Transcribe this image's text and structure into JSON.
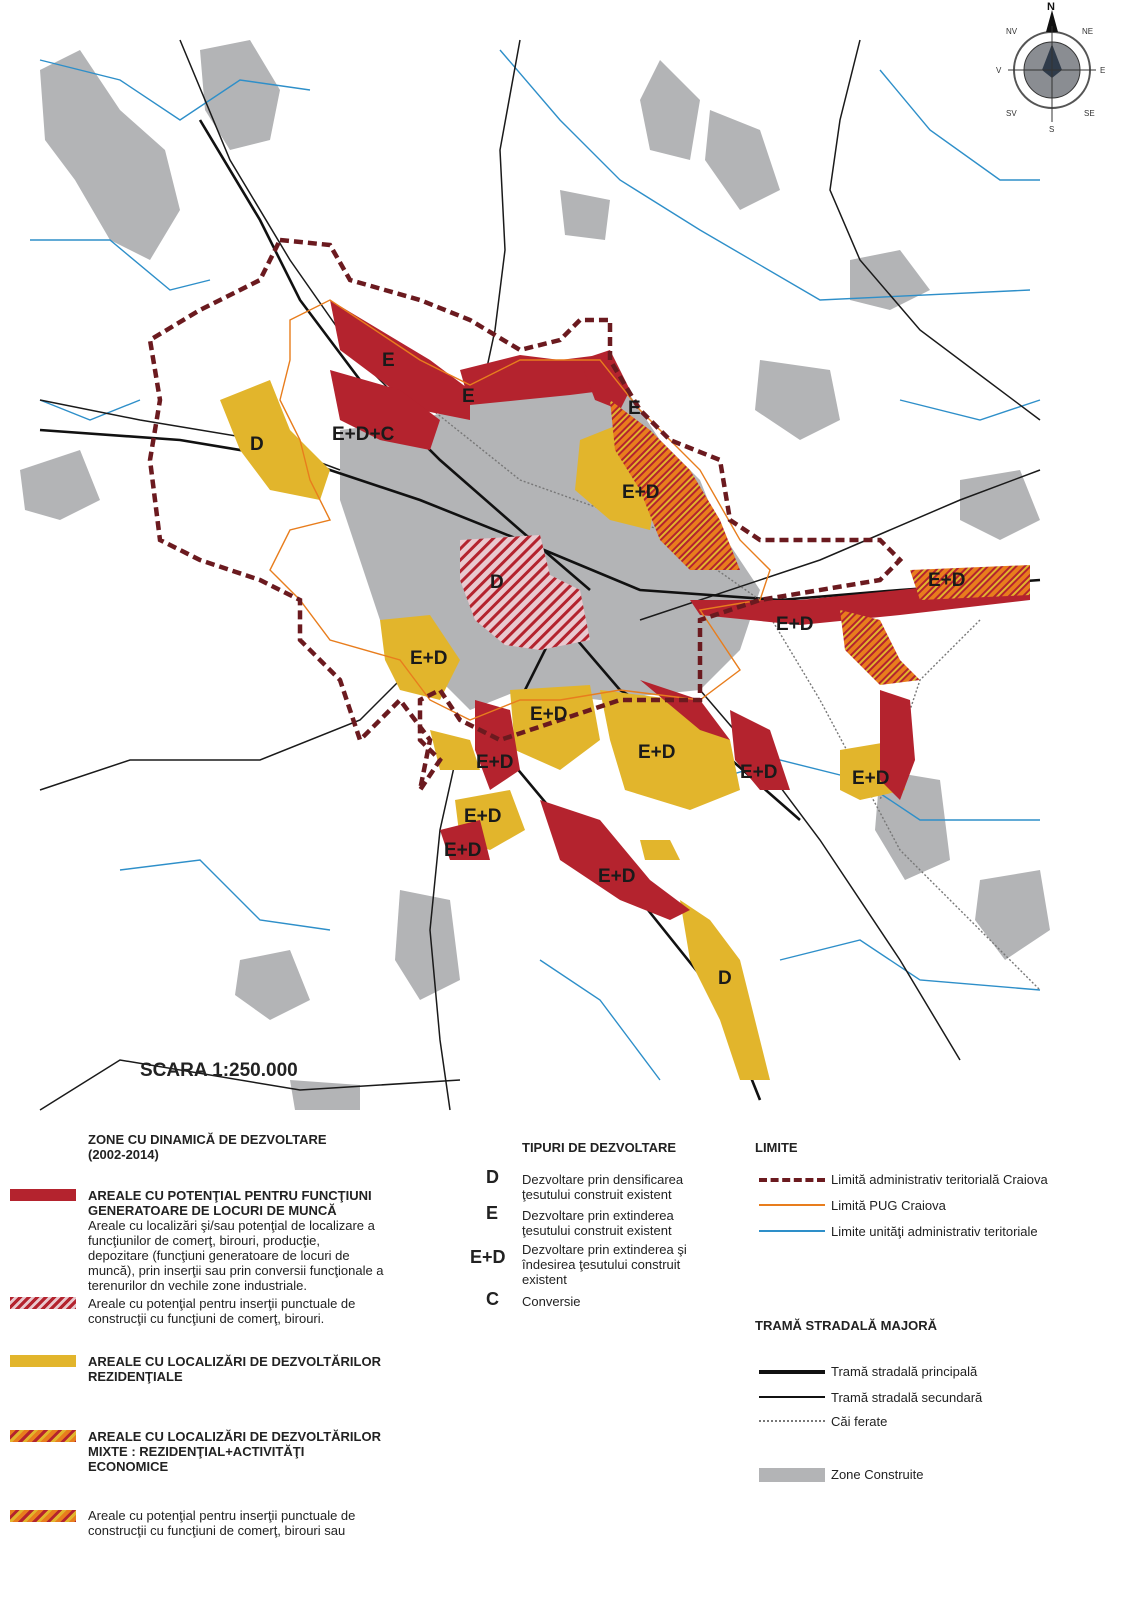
{
  "map": {
    "scale": "SCARA 1:250.000",
    "compass": {
      "n": "N",
      "ne": "NE",
      "nv": "NV",
      "e": "E",
      "v": "V",
      "se": "SE",
      "sv": "SV",
      "s": "S"
    },
    "zone_labels": [
      "E",
      "E",
      "E",
      "D",
      "E+D+C",
      "E+D",
      "D",
      "E+D",
      "E+D",
      "E+D",
      "E+D",
      "E+D",
      "E+D",
      "E+D",
      "E+D",
      "E+D",
      "E+D",
      "D"
    ]
  },
  "legend": {
    "zones": {
      "title": "ZONE CU DINAMICĂ DE DEZVOLTARE",
      "period": "(2002-2014)",
      "econ_title_1": "AREALE CU POTENŢIAL PENTRU FUNCŢIUNI",
      "econ_title_2": "GENERATOARE DE LOCURI DE MUNCĂ",
      "econ_desc": [
        "Areale cu localizări şi/sau potenţial de localizare a",
        "funcţiunilor de comerţ, birouri, producţie,",
        "depozitare (funcţiuni generatoare de locuri de",
        "muncă), prin inserţii sau prin conversii funcţionale a",
        "terenurilor dn vechile zone industriale."
      ],
      "insert_1": [
        "Areale cu potenţial pentru inserţii punctuale de",
        "construcţii cu funcţiuni de comerţ, birouri."
      ],
      "resid_title": [
        "AREALE CU LOCALIZĂRI DE DEZVOLTĂRILOR",
        "REZIDENŢIALE"
      ],
      "mixed_title": [
        "AREALE CU LOCALIZĂRI DE DEZVOLTĂRILOR",
        "MIXTE : REZIDENŢIAL+ACTIVITĂŢI",
        "ECONOMICE"
      ],
      "insert_2": [
        "Areale cu potenţial pentru inserţii punctuale de",
        "construcţii cu funcţiuni de comerţ, birouri sau"
      ]
    },
    "types": {
      "title": "TIPURI DE DEZVOLTARE",
      "items": [
        {
          "code": "D",
          "desc": [
            "Dezvoltare prin densificarea",
            "ţesutului construit existent"
          ]
        },
        {
          "code": "E",
          "desc": [
            "Dezvoltare prin extinderea",
            "ţesutului construit existent"
          ]
        },
        {
          "code": "E+D",
          "desc": [
            "Dezvoltare prin extinderea şi",
            "îndesirea ţesutului construit",
            "existent"
          ]
        },
        {
          "code": "C",
          "desc": [
            "Conversie"
          ]
        }
      ]
    },
    "limits": {
      "title": "LIMITE",
      "items": [
        "Limită administrativ teritorială Craiova",
        "Limită PUG Craiova",
        "Limite unităţi administrativ teritoriale"
      ]
    },
    "roads": {
      "title": "TRAMĂ STRADALĂ MAJORĂ",
      "items": [
        "Tramă stradală principală",
        "Tramă stradală secundară",
        "Căi ferate"
      ]
    },
    "built": "Zone Construite"
  },
  "colors": {
    "red": "#b4232e",
    "yellow": "#e2b52c",
    "gray": "#b3b4b6",
    "orange": "#e87d1d",
    "blue": "#2e8fc9",
    "boundary": "#6b1a1f"
  }
}
